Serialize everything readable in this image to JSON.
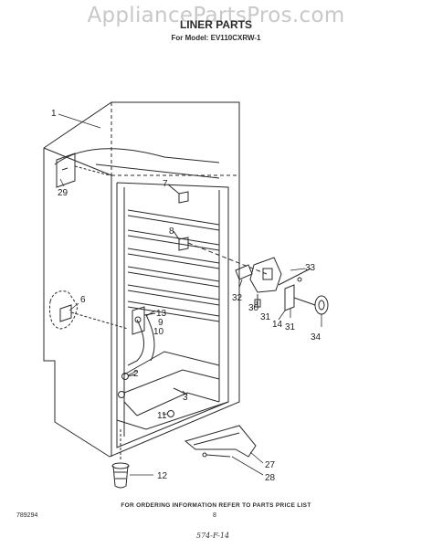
{
  "watermark": "AppliancePartsPros.com",
  "header": {
    "title": "LINER PARTS",
    "model_line": "For Model: EV110CXRW-1"
  },
  "callouts": {
    "c1": "1",
    "c29": "29",
    "c7": "7",
    "c8": "8",
    "c6": "6",
    "c13": "13",
    "c9": "9",
    "c10": "10",
    "c2": "2",
    "c3": "3",
    "c11": "11",
    "c12": "12",
    "c33": "33",
    "c32": "32",
    "c30": "30",
    "c31a": "31",
    "c14": "14",
    "c31b": "31",
    "c34": "34",
    "c27": "27",
    "c28": "28"
  },
  "footer": {
    "ordering_info": "FOR ORDERING INFORMATION REFER TO PARTS PRICE LIST",
    "code": "789294",
    "page": "8",
    "handwritten": "574-F-14"
  }
}
